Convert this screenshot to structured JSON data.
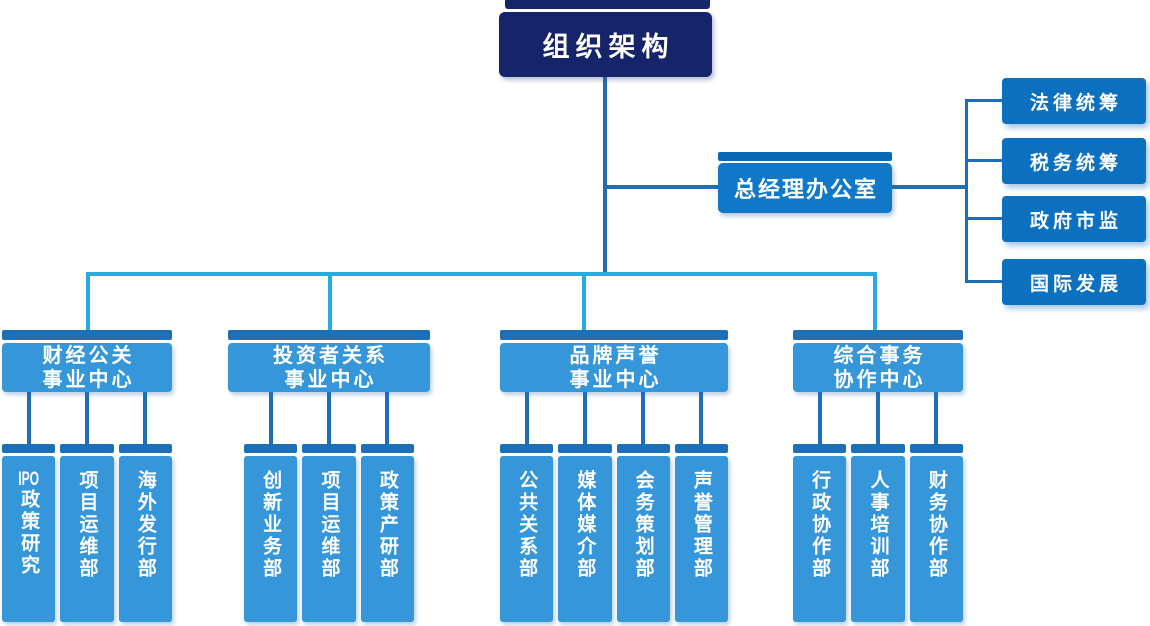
{
  "root": {
    "title": "组织架构"
  },
  "gm_office": {
    "label": "总经理办公室",
    "subunits": [
      {
        "label": "法律统筹"
      },
      {
        "label": "税务统筹"
      },
      {
        "label": "政府市监"
      },
      {
        "label": "国际发展"
      }
    ]
  },
  "branches": [
    {
      "title_lines": [
        "财经公关",
        "事业中心"
      ],
      "departments": [
        "IPO政策研究",
        "项目运维部",
        "海外发行部"
      ]
    },
    {
      "title_lines": [
        "投资者关系",
        "事业中心"
      ],
      "departments": [
        "创新业务部",
        "项目运维部",
        "政策产研部"
      ]
    },
    {
      "title_lines": [
        "品牌声誉",
        "事业中心"
      ],
      "departments": [
        "公共关系部",
        "媒体媒介部",
        "会务策划部",
        "声誉管理部"
      ]
    },
    {
      "title_lines": [
        "综合事务",
        "协作中心"
      ],
      "departments": [
        "行政协作部",
        "人事培训部",
        "财务协作部"
      ]
    }
  ],
  "colors": {
    "root_navy": "#16246a",
    "gm_blue": "#0f78c8",
    "unit_blue": "#0b70c0",
    "box_blue": "#3596da",
    "cap_blue": "#1b70b9",
    "line_blue": "#1e6db6",
    "line_cyan": "#29abe2",
    "text": "#ffffff"
  }
}
